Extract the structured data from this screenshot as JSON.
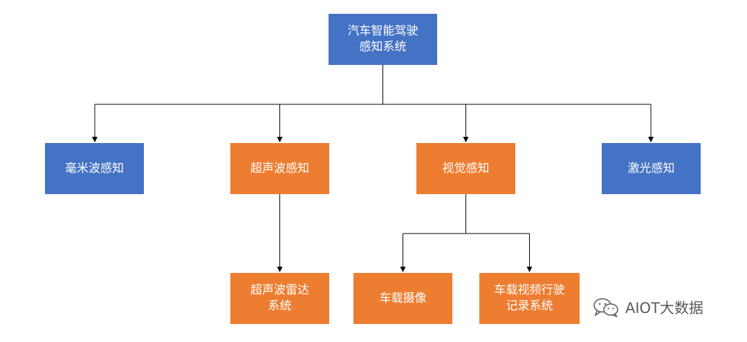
{
  "nodes": {
    "root": "汽车智能驾驶\n感知系统",
    "millimeter_wave": "毫米波感知",
    "ultrasonic": "超声波感知",
    "vision": "视觉感知",
    "laser": "激光感知",
    "ultrasonic_radar": "超声波雷达\n系统",
    "vehicle_camera": "车载摄像",
    "driving_recorder": "车载视频行驶\n记录系统"
  },
  "colors": {
    "primary_node": "#4472c4",
    "secondary_node": "#ed7d31",
    "connector": "#000000"
  },
  "watermark": {
    "icon": "wechat-icon",
    "text": "AIOT大数据"
  }
}
